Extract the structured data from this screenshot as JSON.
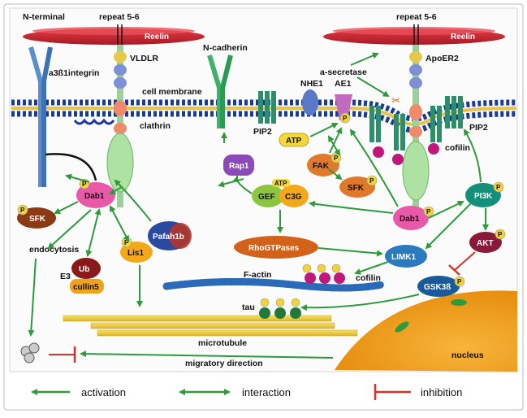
{
  "labels": {
    "n_terminal": "N-terminal",
    "repeat_left": "repeat 5-6",
    "repeat_right": "repeat 5-6",
    "reelin_left": "Reelin",
    "reelin_right": "Reelin",
    "vldlr": "VLDLR",
    "integrin": "a3ß1integrin",
    "n_cadherin": "N-cadherin",
    "a_secretase": "a-secretase",
    "apoer2": "ApoER2",
    "nhe1": "NHE1",
    "ae1": "AE1",
    "cell_membrane": "cell membrane",
    "clathrin": "clathrin",
    "pip2_left": "PIP2",
    "pip2_right": "PIP2",
    "cofilin_top": "cofilin",
    "cofilin_mid": "cofilin",
    "atp": "ATP",
    "atp_small": "ATP",
    "fak": "FAK",
    "sfk_right": "SFK",
    "sfk_left": "SFK",
    "rap1": "Rap1",
    "gef": "GEF",
    "c3g": "C3G",
    "dab1_left": "Dab1",
    "dab1_right": "Dab1",
    "pi3k": "PI3K",
    "akt": "AKT",
    "gsk3b": "GSK3ß",
    "limk1": "LIMK1",
    "rhogtpases": "RhoGTPases",
    "pafah1b": "Pafah1b",
    "lis1": "Lis1",
    "ub": "Ub",
    "e3": "E3",
    "cullin5": "cullin5",
    "endocytosis": "endocytosis",
    "f_actin": "F-actin",
    "tau": "tau",
    "microtubule": "microtubule",
    "migratory_direction": "migratory direction",
    "nucleus": "nucleus",
    "phospho": "P"
  },
  "legend": {
    "activation": "activation",
    "interaction": "interaction",
    "inhibition": "inhibition"
  },
  "colors": {
    "arrow": "#2e9a3c",
    "inhibit": "#d9302c",
    "reelin": "#d42a35",
    "membrane": "#1a3a9a",
    "nucleus": "#f0a21a"
  }
}
